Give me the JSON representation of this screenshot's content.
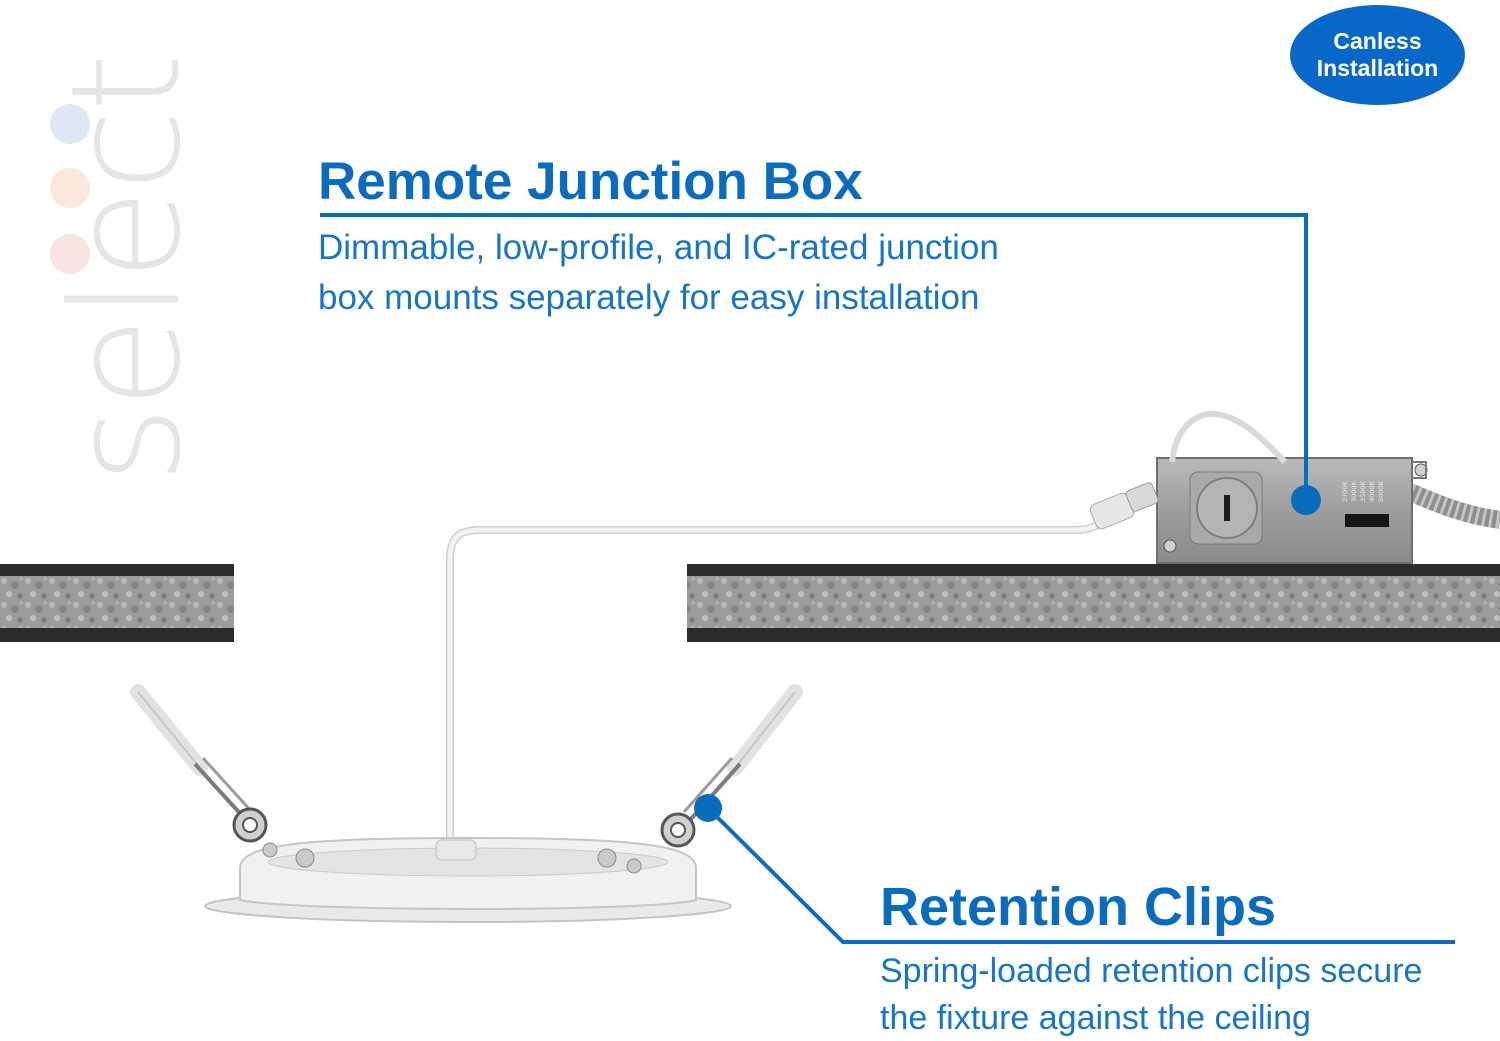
{
  "brand": {
    "wordmark": "select",
    "dot_colors": [
      "#dfe6f4",
      "#fae8dc",
      "#f8e3e3"
    ]
  },
  "badge": {
    "line1": "Canless",
    "line2": "Installation"
  },
  "callouts": {
    "junction_box": {
      "title": "Remote Junction Box",
      "line1": "Dimmable, low-profile, and IC-rated junction",
      "line2": "box mounts separately for easy installation"
    },
    "retention_clips": {
      "title": "Retention Clips",
      "line1": "Spring-loaded retention clips secure",
      "line2": "the fixture against the ceiling"
    }
  },
  "junction_box_labels": [
    "2700K",
    "3000K",
    "3500K",
    "4000K",
    "5000K"
  ],
  "colors": {
    "accent_blue": "#0b6cbd",
    "badge_blue": "#0768c7",
    "ceiling_dark": "#2b2b2b",
    "ceiling_texture": "#9a9a9a"
  }
}
